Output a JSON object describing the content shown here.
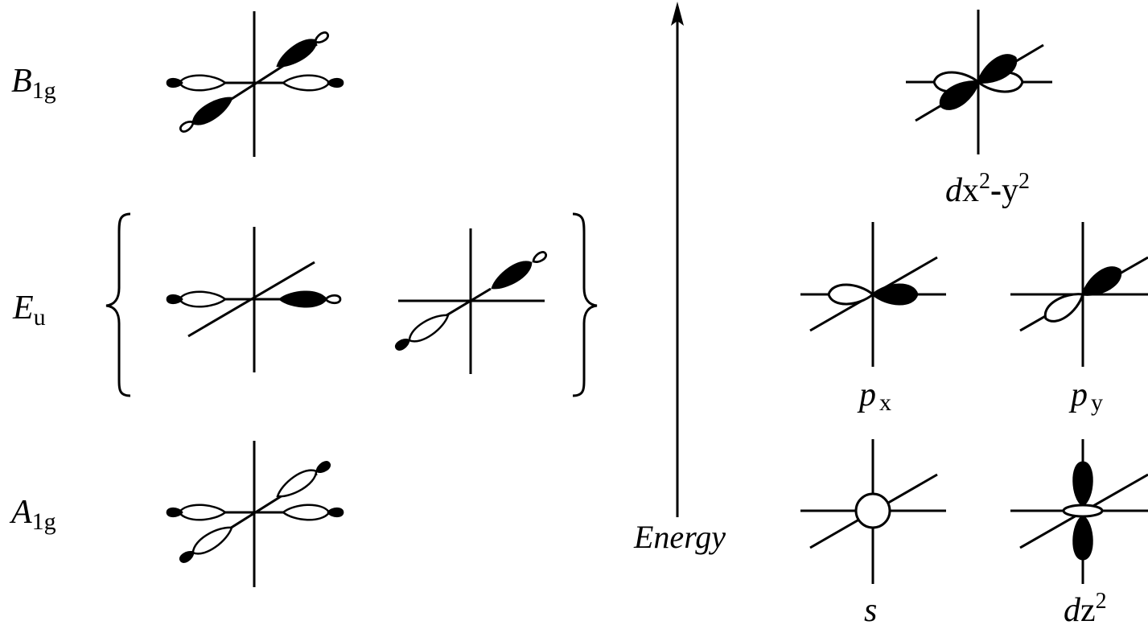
{
  "labels": {
    "b1g": {
      "sym": "B",
      "sub": "1g"
    },
    "eu": {
      "sym": "E",
      "sub": "u"
    },
    "a1g": {
      "sym": "A",
      "sub": "1g"
    },
    "energy": "Energy",
    "dx2y2": {
      "d": "d",
      "x": "x",
      "sup1": "2",
      "dash": "-",
      "y": "y",
      "sup2": "2"
    },
    "px": {
      "p": "p",
      "sub": "x"
    },
    "py": {
      "p": "p",
      "sub": "y"
    },
    "s": "s",
    "dz2": {
      "d": "d",
      "z": "z",
      "sup": "2"
    }
  },
  "colors": {
    "ink": "#000000",
    "paper": "#ffffff"
  }
}
